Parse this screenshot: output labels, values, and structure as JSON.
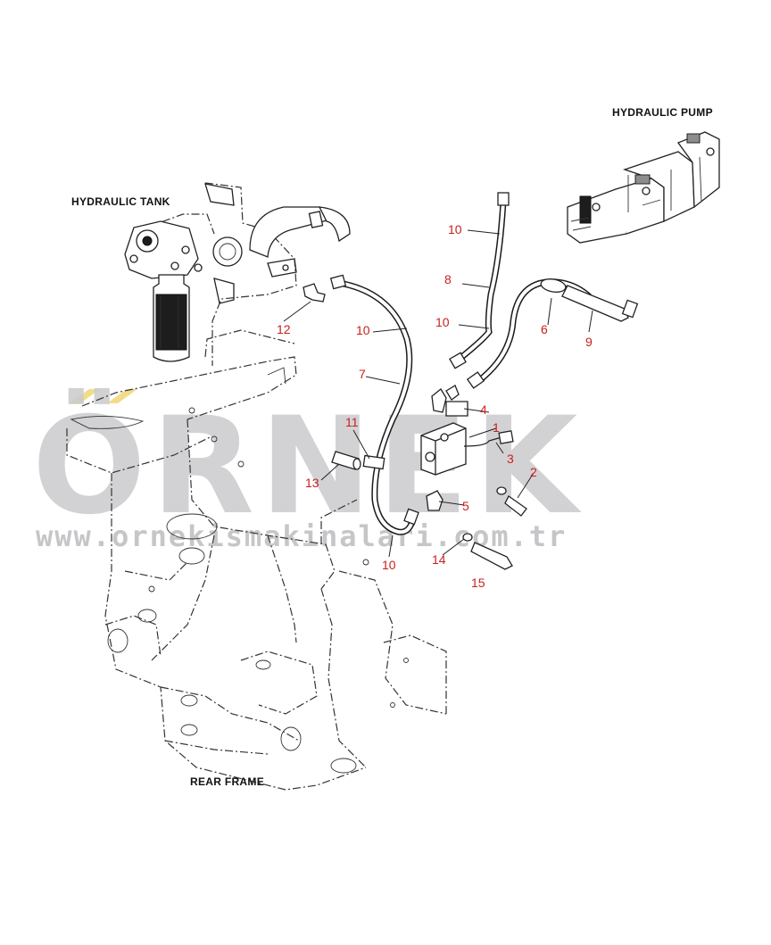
{
  "labels": {
    "hydraulic_pump": "HYDRAULIC PUMP",
    "hydraulic_tank": "HYDRAULIC TANK",
    "rear_frame": "REAR FRAME"
  },
  "callouts": {
    "c1": "1",
    "c2": "2",
    "c3": "3",
    "c4": "4",
    "c5": "5",
    "c6": "6",
    "c7": "7",
    "c8": "8",
    "c9": "9",
    "c10a": "10",
    "c10b": "10",
    "c10c": "10",
    "c10d": "10",
    "c11": "11",
    "c12": "12",
    "c13": "13",
    "c14": "14",
    "c15": "15"
  },
  "watermark": {
    "brand": "ÖRNEK",
    "url": "www.ornekismakinalari.com.tr"
  },
  "colors": {
    "callout": "#c8201e",
    "watermark": "#c9c9cc",
    "watermark_accent": "#f2dc8a"
  }
}
